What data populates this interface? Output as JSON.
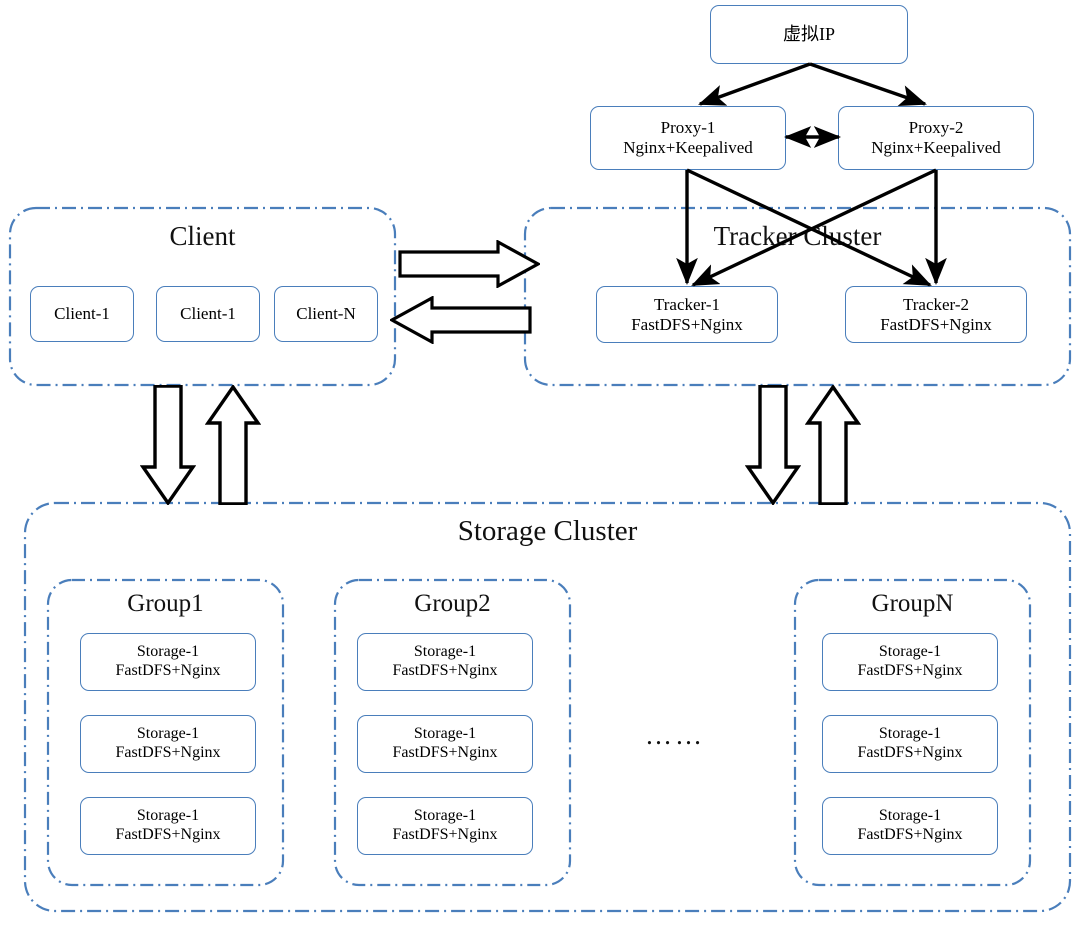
{
  "diagram": {
    "title": "FastDFS distributed file system cluster architecture",
    "colors": {
      "node_border": "#4A7EBB",
      "cluster_border": "#4A7EBB",
      "arrow": "#000000",
      "background": "#FFFFFF",
      "text": "#000000"
    }
  },
  "vip": {
    "label": "虚拟IP"
  },
  "proxies": [
    {
      "line1": "Proxy-1",
      "line2": "Nginx+Keepalived"
    },
    {
      "line1": "Proxy-2",
      "line2": "Nginx+Keepalived"
    }
  ],
  "client_cluster": {
    "title": "Client",
    "nodes": [
      {
        "label": "Client-1"
      },
      {
        "label": "Client-1"
      },
      {
        "label": "Client-N"
      }
    ]
  },
  "tracker_cluster": {
    "title": "Tracker Cluster",
    "nodes": [
      {
        "line1": "Tracker-1",
        "line2": "FastDFS+Nginx"
      },
      {
        "line1": "Tracker-2",
        "line2": "FastDFS+Nginx"
      }
    ]
  },
  "storage_cluster": {
    "title": "Storage Cluster",
    "ellipsis": "……",
    "groups": [
      {
        "title": "Group1",
        "nodes": [
          {
            "line1": "Storage-1",
            "line2": "FastDFS+Nginx"
          },
          {
            "line1": "Storage-1",
            "line2": "FastDFS+Nginx"
          },
          {
            "line1": "Storage-1",
            "line2": "FastDFS+Nginx"
          }
        ]
      },
      {
        "title": "Group2",
        "nodes": [
          {
            "line1": "Storage-1",
            "line2": "FastDFS+Nginx"
          },
          {
            "line1": "Storage-1",
            "line2": "FastDFS+Nginx"
          },
          {
            "line1": "Storage-1",
            "line2": "FastDFS+Nginx"
          }
        ]
      },
      {
        "title": "GroupN",
        "nodes": [
          {
            "line1": "Storage-1",
            "line2": "FastDFS+Nginx"
          },
          {
            "line1": "Storage-1",
            "line2": "FastDFS+Nginx"
          },
          {
            "line1": "Storage-1",
            "line2": "FastDFS+Nginx"
          }
        ]
      }
    ]
  },
  "connectors": {
    "vip_to_proxy1": "arrow-vip-to-proxy1",
    "vip_to_proxy2": "arrow-vip-to-proxy2",
    "proxy1_proxy2": "arrow-proxy1-proxy2-bidirectional",
    "proxy1_to_tracker1": "arrow-proxy1-to-tracker1",
    "proxy1_to_tracker2": "arrow-proxy1-to-tracker2",
    "proxy2_to_tracker1": "arrow-proxy2-to-tracker1",
    "proxy2_to_tracker2": "arrow-proxy2-to-tracker2",
    "client_to_tracker": "block-arrow-right",
    "tracker_to_client": "block-arrow-left",
    "client_to_storage": "block-arrow-down",
    "storage_to_client": "block-arrow-up",
    "tracker_to_storage": "block-arrow-down",
    "storage_to_tracker": "block-arrow-up"
  }
}
